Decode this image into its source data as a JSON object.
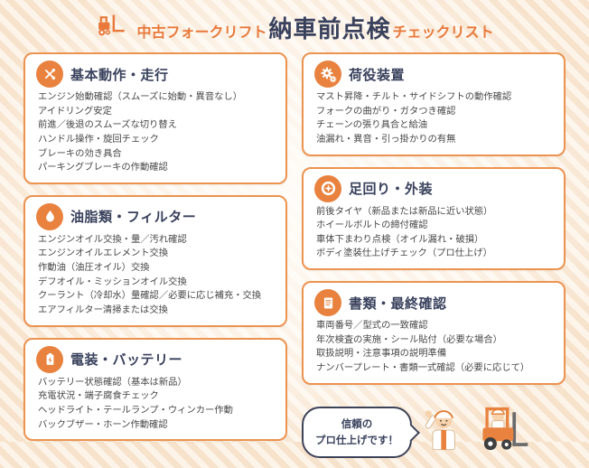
{
  "header": {
    "title_orange_left": "中古フォークリフト",
    "title_dark": "納車前点検",
    "title_orange_right": "チェックリスト",
    "icon": "forklift-icon"
  },
  "colors": {
    "accent_orange": "#e8823e",
    "title_navy": "#39415c",
    "card_border": "#ec9350",
    "background_cream": "#fdf4e9",
    "stripe": "#f7e2cb"
  },
  "cards": [
    {
      "title": "基本動作・走行",
      "icon": "tools-icon",
      "items": [
        "エンジン始動確認（スムーズに始動・異音なし）",
        "アイドリング安定",
        "前進／後退のスムーズな切り替え",
        "ハンドル操作・旋回チェック",
        "ブレーキの効き具合",
        "パーキングブレーキの作動確認"
      ]
    },
    {
      "title": "油脂類・フィルター",
      "icon": "oil-drop-icon",
      "items": [
        "エンジンオイル交換・量／汚れ確認",
        "エンジンオイルエレメント交換",
        "作動油（油圧オイル）交換",
        "デフオイル・ミッションオイル交換",
        "クーラント（冷却水）量確認／必要に応じ補充・交換",
        "エアフィルター清掃または交換"
      ]
    },
    {
      "title": "電装・バッテリー",
      "icon": "battery-icon",
      "items": [
        "バッテリー状態確認（基本は新品）",
        "充電状況・端子腐食チェック",
        "ヘッドライト・テールランプ・ウィンカー作動",
        "バックブザー・ホーン作動確認"
      ]
    },
    {
      "title": "荷役装置",
      "icon": "gears-icon",
      "items": [
        "マスト昇降・チルト・サイドシフトの動作確認",
        "フォークの曲がり・ガタつき確認",
        "チェーンの張り具合と給油",
        "油漏れ・異音・引っ掛かりの有無"
      ]
    },
    {
      "title": "足回り・外装",
      "icon": "tire-icon",
      "items": [
        "前後タイヤ（新品または新品に近い状態）",
        "ホイールボルトの締付確認",
        "車体下まわり点検（オイル漏れ・破損）",
        "ボディ塗装仕上げチェック（プロ仕上げ）"
      ]
    },
    {
      "title": "書類・最終確認",
      "icon": "document-icon",
      "items": [
        "車両番号／型式の一致確認",
        "年次検査の実施・シール貼付（必要な場合）",
        "取扱説明・注意事項の説明準備",
        "ナンバープレート・書類一式確認（必要に応じて）"
      ]
    }
  ],
  "speech_bubble": {
    "line1": "信頼の",
    "line2": "プロ仕上げです！"
  }
}
